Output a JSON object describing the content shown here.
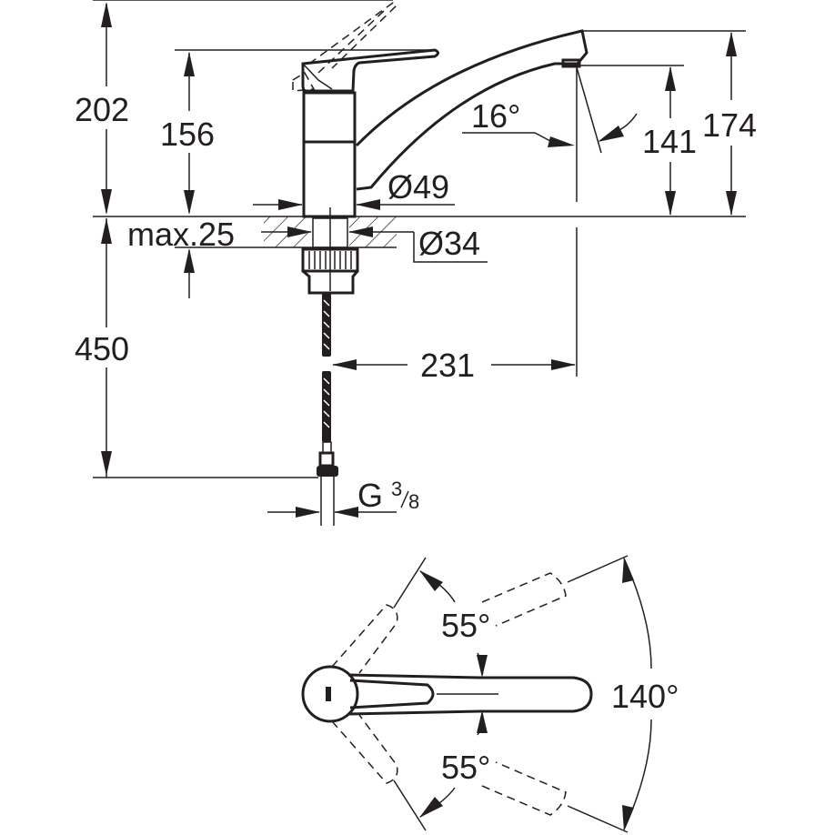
{
  "drawing": {
    "title": "Single-lever sink mixer dimension drawing",
    "side_view": {
      "dimensions": {
        "total_height_lever_open": "202",
        "body_height": "156",
        "spout_height": "174",
        "spout_outlet_height": "141",
        "spout_angle": "16°",
        "body_diameter": "Ø49",
        "hole_diameter": "Ø34",
        "max_deck_thickness": "max.25",
        "hose_length": "450",
        "spout_reach": "231",
        "connection_prefix": "G",
        "connection_num": "3",
        "connection_den": "8"
      }
    },
    "top_view": {
      "dimensions": {
        "swivel_left": "55°",
        "swivel_right": "55°",
        "total_swivel": "140°"
      }
    },
    "colors": {
      "line": "#231f20",
      "background": "#ffffff"
    }
  }
}
